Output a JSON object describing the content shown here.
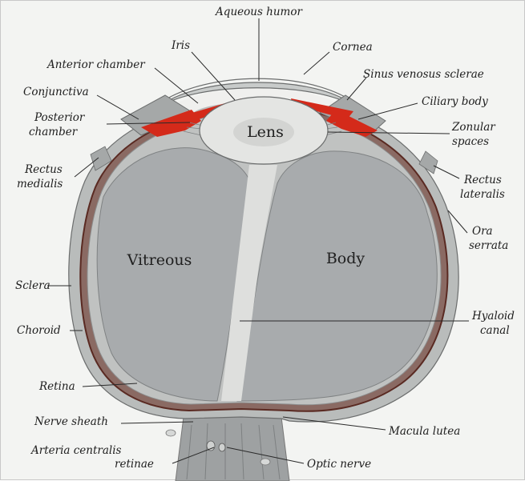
{
  "diagram": {
    "regions": {
      "lens": "Lens",
      "vitreous": "Vitreous",
      "body": "Body"
    },
    "labels": {
      "aqueous_humor": "Aqueous humor",
      "iris": "Iris",
      "cornea": "Cornea",
      "anterior_chamber": "Anterior chamber",
      "sinus_venosus_sclerae": "Sinus venosus sclerae",
      "conjunctiva": "Conjunctiva",
      "ciliary_body": "Ciliary body",
      "posterior_chamber_1": "Posterior",
      "posterior_chamber_2": "chamber",
      "zonular_spaces_1": "Zonular",
      "zonular_spaces_2": "spaces",
      "rectus_medialis_1": "Rectus",
      "rectus_medialis_2": "medialis",
      "rectus_lateralis_1": "Rectus",
      "rectus_lateralis_2": "lateralis",
      "ora_serrata_1": "Ora",
      "ora_serrata_2": "serrata",
      "sclera": "Sclera",
      "choroid": "Choroid",
      "hyaloid_canal_1": "Hyaloid",
      "hyaloid_canal_2": "canal",
      "retina": "Retina",
      "nerve_sheath": "Nerve sheath",
      "macula_lutea": "Macula lutea",
      "arteria_centralis_retinae_1": "Arteria centralis",
      "arteria_centralis_retinae_2": "retinae",
      "optic_nerve": "Optic nerve"
    },
    "colors": {
      "background": "#f3f4f2",
      "sclera": "#b9bcbb",
      "vitreous": "#a8abad",
      "lens": "#e4e5e3",
      "ciliary_red": "#d42a1a",
      "choroid": "#7a3a30"
    }
  }
}
